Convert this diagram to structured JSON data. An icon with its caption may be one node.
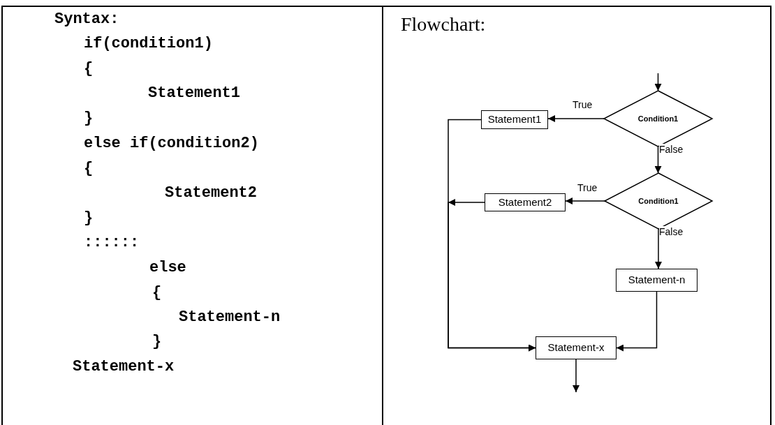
{
  "diagram": {
    "nodes": [
      {
        "text": [
          "Condition1"
        ]
      },
      {
        "text": [
          "Statement1"
        ]
      },
      {
        "text": [
          "Condition1"
        ]
      },
      {
        "text": [
          "Statement2"
        ]
      },
      {
        "text": [
          "Statement-n"
        ]
      },
      {
        "text": [
          "Statement-x"
        ]
      }
    ],
    "edges": [
      {
        "from": null,
        "to": 0,
        "arrow": "to"
      },
      {
        "from": 0,
        "to": 1,
        "arrow": "to",
        "label": "True"
      },
      {
        "from": 0,
        "to": 2,
        "arrow": "to",
        "label": "False"
      },
      {
        "from": 2,
        "to": 3,
        "arrow": "to",
        "label": "True"
      },
      {
        "from": 2,
        "to": 4,
        "arrow": "to",
        "label": "False"
      },
      {
        "from": 1,
        "to": 5,
        "arrow": "to"
      },
      {
        "from": 3,
        "to": 5,
        "arrow": "to"
      },
      {
        "from": 4,
        "to": 5,
        "arrow": "to"
      },
      {
        "from": 5,
        "to": null,
        "arrow": "to"
      }
    ],
    "labels": [
      "Syntax:",
      "if(condition1)",
      "{",
      "Statement1",
      "}",
      "else if(condition2)",
      "{",
      "Statement2",
      "}",
      "::::::",
      "else",
      "{",
      "Statement-n",
      "}",
      "Statement-x",
      "Flowchart:"
    ]
  }
}
